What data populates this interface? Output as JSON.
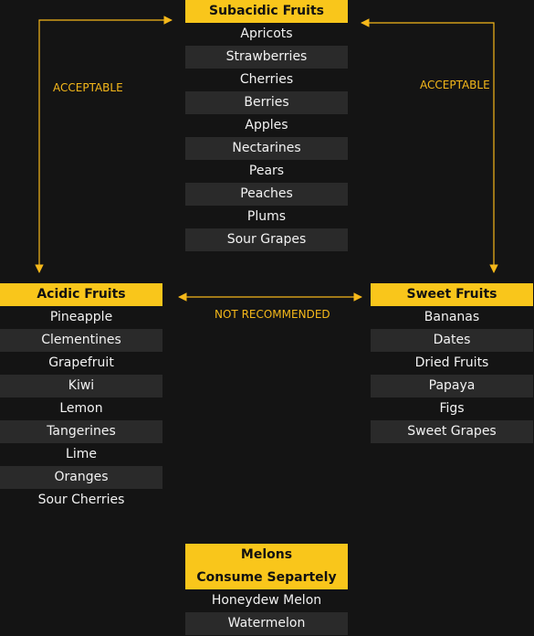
{
  "accent_color": "#f9c61b",
  "groups": {
    "subacidic": {
      "title": "Subacidic Fruits",
      "items": [
        "Apricots",
        "Strawberries",
        "Cherries",
        "Berries",
        "Apples",
        "Nectarines",
        "Pears",
        "Peaches",
        "Plums",
        "Sour Grapes"
      ]
    },
    "acidic": {
      "title": "Acidic Fruits",
      "items": [
        "Pineapple",
        "Clementines",
        "Grapefruit",
        "Kiwi",
        "Lemon",
        "Tangerines",
        "Lime",
        "Oranges",
        "Sour Cherries"
      ]
    },
    "sweet": {
      "title": "Sweet Fruits",
      "items": [
        "Bananas",
        "Dates",
        "Dried Fruits",
        "Papaya",
        "Figs",
        "Sweet Grapes"
      ]
    },
    "melons": {
      "title": "Melons",
      "subtitle": "Consume Separtely",
      "items": [
        "Honeydew Melon",
        "Watermelon"
      ]
    }
  },
  "edges": {
    "subacidic_acidic": "ACCEPTABLE",
    "subacidic_sweet": "ACCEPTABLE",
    "acidic_sweet": "NOT RECOMMENDED"
  }
}
